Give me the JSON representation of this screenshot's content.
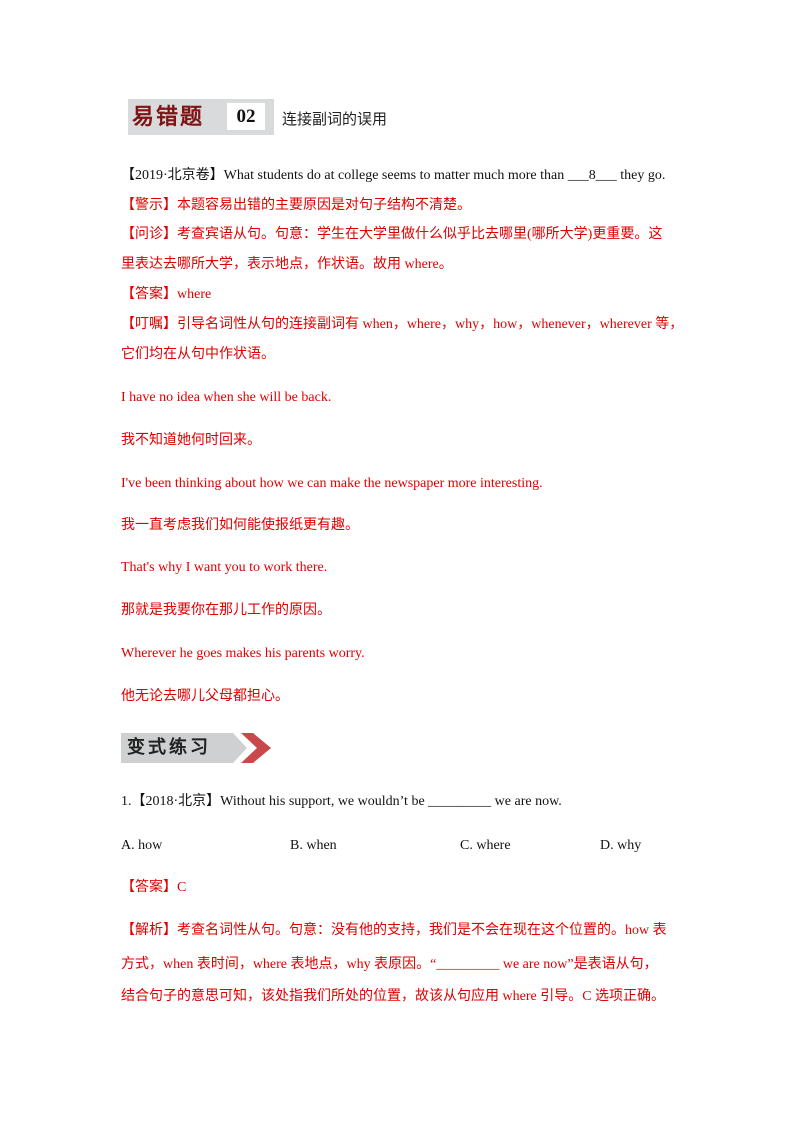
{
  "header": {
    "stamp_text": "易错题",
    "number": "02",
    "title": "连接副词的误用"
  },
  "question": {
    "source": "【2019·北京卷】",
    "text": "What students do at college seems to matter much more than ___8___ they go."
  },
  "warning": "【警示】本题容易出错的主要原因是对句子结构不清楚。",
  "diagnosis_line1": "【问诊】考查宾语从句。句意：学生在大学里做什么似乎比去哪里(哪所大学)更重要。这",
  "diagnosis_line2": "里表达去哪所大学，表示地点，作状语。故用 where。",
  "answer": "【答案】where",
  "tip_line1": "【叮嘱】引导名词性从句的连接副词有 when，where，why，how，whenever，wherever 等，",
  "tip_line2": "它们均在从句中作状语。",
  "examples": [
    "I have no idea when she will be back.",
    "我不知道她何时回来。",
    "I've been thinking about how we can make the newspaper more interesting.",
    "我一直考虑我们如何能使报纸更有趣。",
    "That's why I want you to work there.",
    "那就是我要你在那儿工作的原因。",
    "Wherever he goes makes his parents worry.",
    "他无论去哪儿父母都担心。"
  ],
  "practice_banner": "变式练习",
  "practice": {
    "stem": "1.【2018·北京】Without his support, we wouldn’t be _________ we are now.",
    "options": [
      "A. how",
      "B. when",
      "C. where",
      "D. why"
    ],
    "answer": "【答案】C",
    "analysis_line1": "【解析】考查名词性从句。句意：没有他的支持，我们是不会在现在这个位置的。how 表",
    "analysis_line2": "方式，when 表时间，where 表地点，why 表原因。“_________ we are now”是表语从句，",
    "analysis_line3": "结合句子的意思可知，该处指我们所处的位置，故该从句应用 where 引导。C 选项正确。"
  },
  "colors": {
    "emphasis_red": "#e00000",
    "stamp_red": "#7d1515",
    "badge_gray": "#d8dadb"
  }
}
